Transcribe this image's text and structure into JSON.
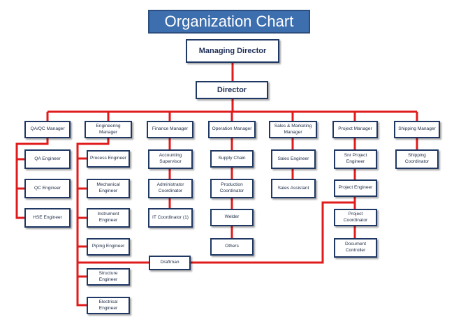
{
  "title": "Organization Chart",
  "colors": {
    "title_fill": "#3d6fae",
    "box_border": "#1f3864",
    "connector": "#e01b1b"
  },
  "nodes": {
    "md": "Managing Director",
    "director": "Director",
    "qaqc_mgr": "QA/QC Manager",
    "eng_mgr": "Engineering Manager",
    "fin_mgr": "Finance Manager",
    "op_mgr": "Operation Manager",
    "sm_mgr": "Sales & Marketing Manager",
    "proj_mgr": "Project Manager",
    "ship_mgr": "Shipping Manager",
    "qa_eng": "QA Engineer",
    "qc_eng": "QC Engineer",
    "hse_eng": "HSE Engineer",
    "process_eng": "Process Engineer",
    "mech_eng": "Mechanical Engineer",
    "instr_eng": "Instrument Engineer",
    "piping_eng": "Piping Engineer",
    "struct_eng": "Structure Engineer",
    "elec_eng": "Electrical Engineer",
    "acct_sup": "Accounting Supervisor",
    "admin_coord": "Administrator Coordinator",
    "it_coord": "IT Coordinator (1)",
    "supply": "Supply Chain",
    "prod_coord": "Production Coordinator",
    "welder": "Welder",
    "others": "Others",
    "sales_eng": "Sales Engineer",
    "sales_asst": "Sales Assistant",
    "snr_proj_eng": "Snr Project Engineer",
    "proj_eng": "Project Engineer",
    "proj_coord": "Project Coordinator",
    "doc_ctrl": "Document Controller",
    "ship_coord": "Shipping Coordinator",
    "draftman": "Draftman"
  }
}
